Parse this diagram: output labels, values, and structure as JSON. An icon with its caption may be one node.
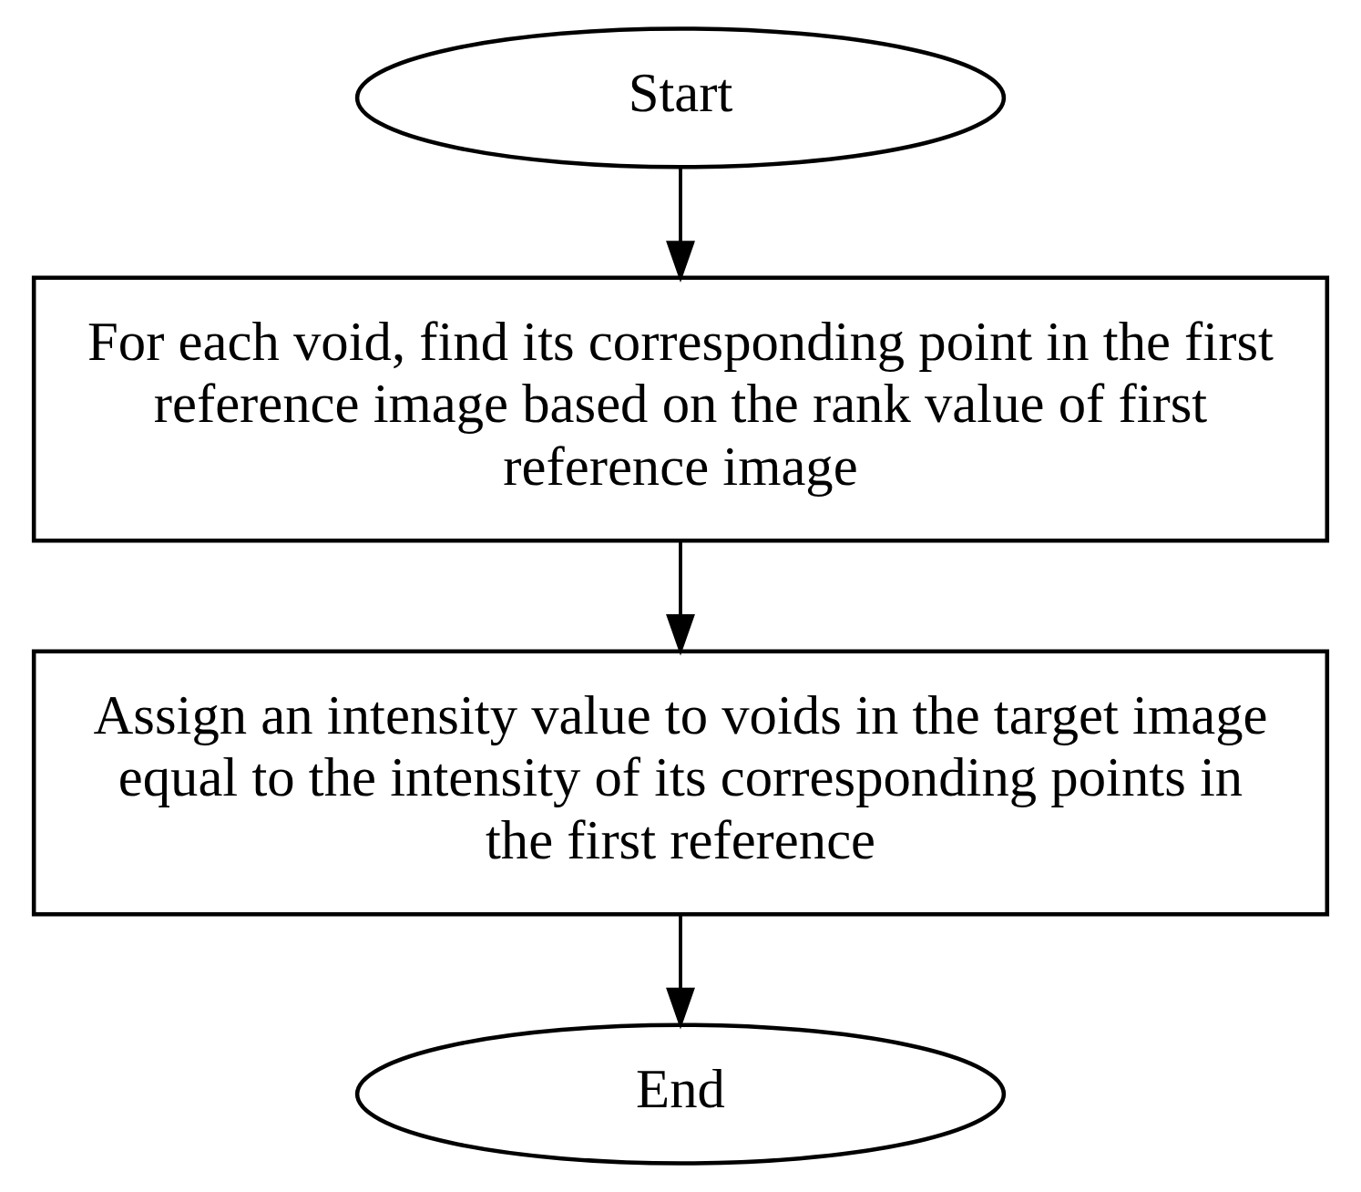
{
  "diagram": {
    "nodes": [
      {
        "text": [
          "Start"
        ]
      },
      {
        "text": [
          "For each void, find its corresponding point in the first reference image based on the rank value of first reference image"
        ]
      },
      {
        "text": [
          "Assign an intensity value to voids in the target image equal to the intensity of its corresponding points in the first reference"
        ]
      },
      {
        "text": [
          "End"
        ]
      }
    ],
    "edges": [
      {
        "from": 0,
        "to": 1,
        "arrow": "to"
      },
      {
        "from": 1,
        "to": 2,
        "arrow": "to"
      },
      {
        "from": 2,
        "to": 3,
        "arrow": "to"
      }
    ]
  }
}
